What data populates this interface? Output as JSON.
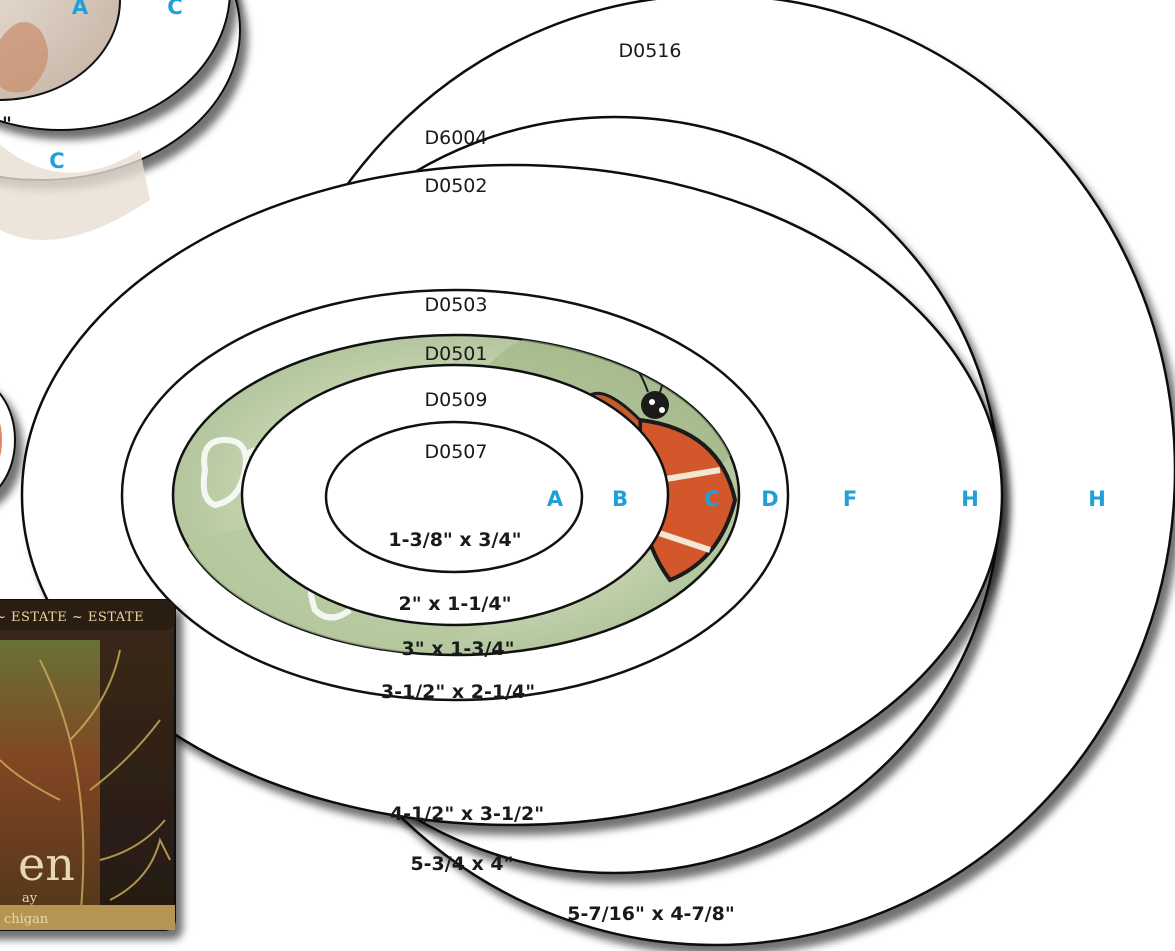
{
  "colors": {
    "outline": "#111111",
    "letter": "#1ea0d9",
    "text": "#1a1a1a",
    "label_bg": "#ffffff",
    "photo_green": "#c9d7b7",
    "butterfly_orange": "#d2572a",
    "card_dark": "#2e2218",
    "card_gold": "#c9a85a"
  },
  "labels": {
    "model_codes": [
      "D0516",
      "D6004",
      "D0502",
      "D0503",
      "D0501",
      "D0509",
      "D0507"
    ],
    "sizes": [
      "1-3/8\" x 3/4\"",
      "2\" x 1-1/4\"",
      "3\" x 1-3/4\"",
      "3-1/2\" x 2-1/4\"",
      "4-1/2\" x 3-1/2\"",
      "5-3/4 x 4\"",
      "5-7/16\" x 4-7/8\""
    ],
    "row_letters": [
      "A",
      "B",
      "C",
      "D",
      "F",
      "H",
      "H"
    ]
  },
  "corner_top": {
    "letters": [
      "A",
      "C"
    ],
    "side_letter": "C",
    "edge_mark": "\""
  },
  "card": {
    "band_text": "~ ESTATE ~ ESTATE",
    "big_fragment": "en",
    "small_fragment": "ay",
    "bottom_fragment": "chigan"
  },
  "icons": [
    "butterfly-icon",
    "monogram-icon",
    "tree-icon"
  ]
}
